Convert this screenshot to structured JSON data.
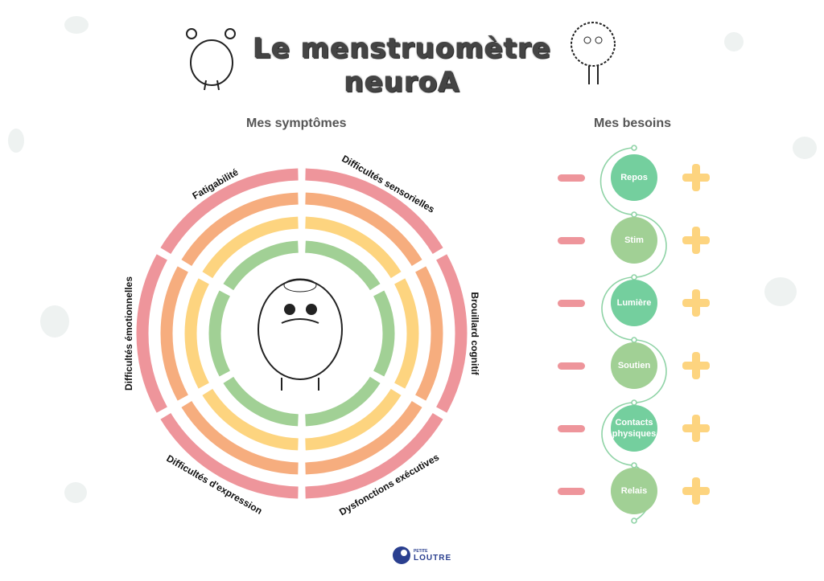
{
  "title": {
    "line1": "Le menstruomètre",
    "line2": "neuroA"
  },
  "symptoms": {
    "heading": "Mes symptômes",
    "segments": [
      "Brouillard cognitif",
      "Difficultés sensorielles",
      "Fatigabilité",
      "Difficultés émotionnelles",
      "Difficultés d'expression",
      "Dysfonctions exécutives"
    ]
  },
  "needs": {
    "heading": "Mes besoins",
    "items": [
      {
        "label": "Repos",
        "color": "#74cf9e"
      },
      {
        "label": "Stim",
        "color": "#a1d095"
      },
      {
        "label": "Lumière",
        "color": "#74cf9e"
      },
      {
        "label": "Soutien",
        "color": "#a1d095"
      },
      {
        "label": "Contacts physiques",
        "color": "#74cf9e"
      },
      {
        "label": "Relais",
        "color": "#a1d095"
      }
    ]
  },
  "colors": {
    "rings": [
      "#ee959b",
      "#f6ad7e",
      "#fdd47f",
      "#a1d095"
    ]
  },
  "logo": {
    "small": "PETITE",
    "big": "LOUTRE"
  }
}
